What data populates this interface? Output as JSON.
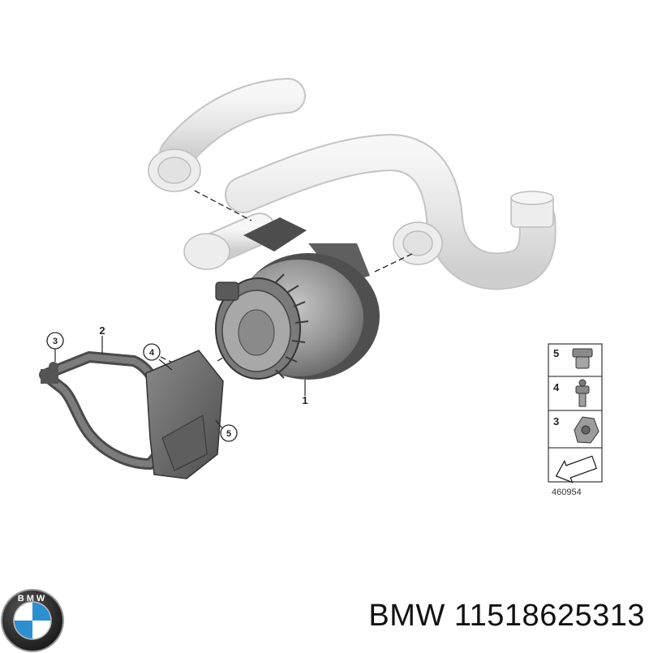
{
  "diagram": {
    "callouts": [
      {
        "id": "1",
        "label": "1"
      },
      {
        "id": "2",
        "label": "2"
      },
      {
        "id": "3",
        "label": "3"
      },
      {
        "id": "4",
        "label": "4"
      },
      {
        "id": "5",
        "label": "5"
      }
    ],
    "legend": {
      "items": [
        {
          "label": "5"
        },
        {
          "label": "4"
        },
        {
          "label": "3"
        }
      ],
      "reference_number": "460954"
    }
  },
  "brand": {
    "logo_text": "BMW",
    "caption": "BMW 11518625313"
  },
  "colors": {
    "hose": "#ececec",
    "hose_outline": "#bdbdbd",
    "pump_dark": "#6e6e6e",
    "pump_mid": "#9a9a9a",
    "bracket": "#6a6a6a",
    "logo_blue": "#2e8fd0"
  }
}
